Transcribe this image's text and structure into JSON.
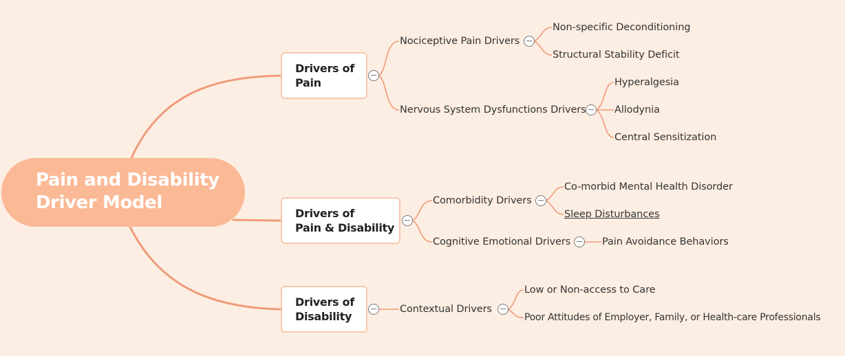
{
  "colors": {
    "background": "#fdeee3",
    "root_fill": "#fbb996",
    "connector": "#ef9a78",
    "box_border": "#f7c9ad"
  },
  "root": {
    "line1": "Pain and Disability",
    "line2": "Driver Model"
  },
  "branches": [
    {
      "line1": "Drivers of",
      "line2": "Pain",
      "children": [
        {
          "label": "Nociceptive Pain Drivers",
          "children": [
            "Non-specific Deconditioning",
            "Structural Stability Deficit"
          ]
        },
        {
          "label": "Nervous System Dysfunctions Drivers",
          "children": [
            "Hyperalgesia",
            "Allodynia",
            "Central Sensitization"
          ]
        }
      ]
    },
    {
      "line1": "Drivers of",
      "line2": "Pain & Disability",
      "children": [
        {
          "label": "Comorbidity Drivers",
          "children": [
            "Co-morbid Mental Health Disorder",
            "Sleep Disturbances"
          ]
        },
        {
          "label": "Cognitive Emotional Drivers",
          "children": [
            "Pain Avoidance Behaviors"
          ]
        }
      ]
    },
    {
      "line1": "Drivers of",
      "line2": "Disability",
      "children": [
        {
          "label": "Contextual Drivers",
          "children": [
            "Low or Non-access to Care",
            "Poor Attitudes of Employer, Family, or Health-care Professionals"
          ]
        }
      ]
    }
  ]
}
